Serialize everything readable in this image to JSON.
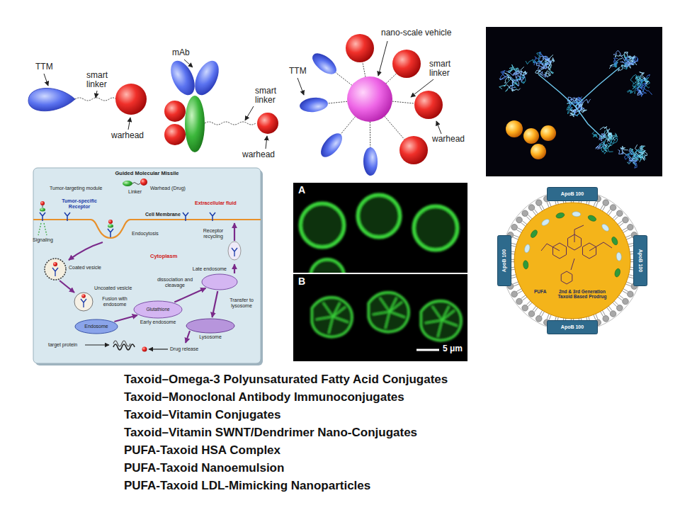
{
  "diagram": {
    "nodes": [
      {
        "text": [
          "Guided Molecular Missile"
        ]
      },
      {
        "text": [
          "Endosome"
        ],
        "in": 0
      },
      {
        "text": [
          "Glutathione",
          "Early endosome"
        ],
        "in": 0
      },
      {
        "text": [
          "Late endosome"
        ],
        "in": 0
      },
      {
        "text": [
          "Lysosome"
        ],
        "in": 0
      },
      {
        "text": [
          "2nd & 3rd Generation Taxoid Based Prodrug",
          "PUFA"
        ]
      },
      {
        "text": [
          "ApoB 100"
        ],
        "in": 5
      },
      {
        "text": [
          "ApoB 100"
        ],
        "in": 5
      },
      {
        "text": [
          "ApoB 100"
        ],
        "in": 5
      },
      {
        "text": [
          "ApoB 100"
        ],
        "in": 5
      }
    ],
    "edges": [
      {
        "from": 1,
        "to": 2,
        "arrow": "to",
        "label": "Fusion with endosome"
      },
      {
        "from": 2,
        "to": 3,
        "arrow": "to",
        "label": "dissociation and cleavage"
      },
      {
        "from": 3,
        "to": 4,
        "arrow": "to",
        "label": "Transfer to lysosome"
      }
    ],
    "labels": [
      "TTM",
      "smart linker",
      "warhead",
      "mAb",
      "smart linker",
      "warhead",
      "nano-scale vehicle",
      "TTM",
      "smart linker",
      "warhead",
      "Tumor-targeting module",
      "Linker",
      "Warhead (Drug)",
      "Tumor-specific Receptor",
      "Extracellular fluid",
      "Cell Membrane",
      "Signaling",
      "Endocytosis",
      "Receptor recycling",
      "Cytoplasm",
      "Coated vesicle",
      "Uncoated vesicle",
      "target protein",
      "Drug release",
      "A",
      "B",
      "5 μm",
      "Taxoid–Omega-3 Polyunsaturated Fatty Acid Conjugates",
      "Taxoid–Monoclonal Antibody Immunoconjugates",
      "Taxoid–Vitamin Conjugates",
      "Taxoid–Vitamin SWNT/Dendrimer Nano-Conjugates",
      "PUFA-Taxoid HSA Complex",
      "PUFA-Taxoid Nanoemulsion",
      "PUFA-Taxoid LDL-Mimicking Nanoparticles"
    ]
  }
}
